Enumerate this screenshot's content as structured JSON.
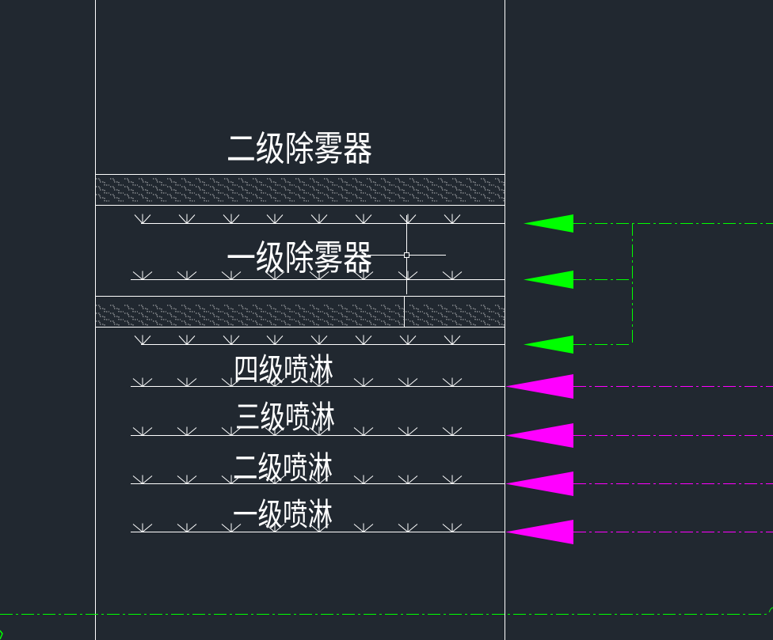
{
  "labels": {
    "demister_2": "二级除雾器",
    "demister_1": "一级除雾器",
    "spray_4": "四级喷淋",
    "spray_3": "三级喷淋",
    "spray_2": "二级喷淋",
    "spray_1": "一级喷淋"
  },
  "colors": {
    "background": "#212830",
    "line": "#ffffff",
    "wash_water": "#00ff00",
    "spray_slurry": "#ff00ff"
  }
}
